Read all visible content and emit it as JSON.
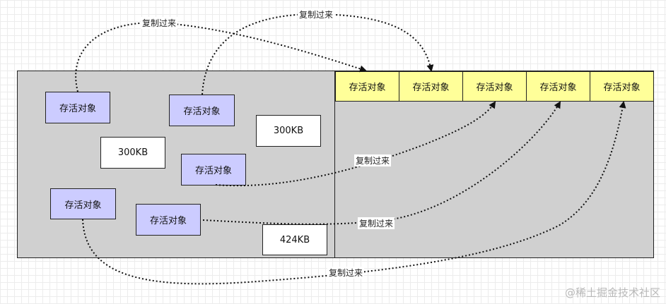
{
  "objects": {
    "o1": "存活对象",
    "o2": "存活对象",
    "o3": "存活对象",
    "o4": "存活对象",
    "o5": "存活对象"
  },
  "free_blocks": {
    "f1": "300KB",
    "f2": "300KB",
    "f3": "424KB"
  },
  "target_slots": [
    "存活对象",
    "存活对象",
    "存活对象",
    "存活对象",
    "存活对象"
  ],
  "copy_labels": {
    "l1": "复制过来",
    "l2": "复制过来",
    "l3": "复制过来",
    "l4": "复制过来",
    "l5": "复制过来"
  },
  "watermark": "@稀土掘金技术社区",
  "colors": {
    "live_object": "#ccccff",
    "target_slot": "#ffff99",
    "region": "#d0d0d0"
  }
}
